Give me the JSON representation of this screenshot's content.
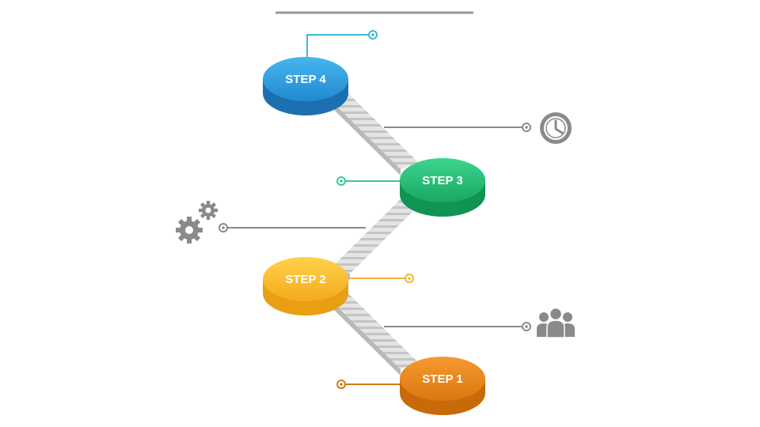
{
  "steps": [
    {
      "label": "STEP 1",
      "color_top": "#F08A1D",
      "color_side": "#C86A0A"
    },
    {
      "label": "STEP 2",
      "color_top": "#FBC02D",
      "color_side": "#E89F12"
    },
    {
      "label": "STEP 3",
      "color_top": "#22C27A",
      "color_side": "#109454"
    },
    {
      "label": "STEP 4",
      "color_top": "#2F9FE0",
      "color_side": "#1C70B0"
    }
  ],
  "icons": {
    "clock": "clock-icon",
    "gears": "gears-icon",
    "people": "people-icon"
  },
  "colors": {
    "line_gray": "#8a8a8a",
    "stair_light": "#e6e6e6",
    "stair_dark": "#bdbdbd"
  }
}
